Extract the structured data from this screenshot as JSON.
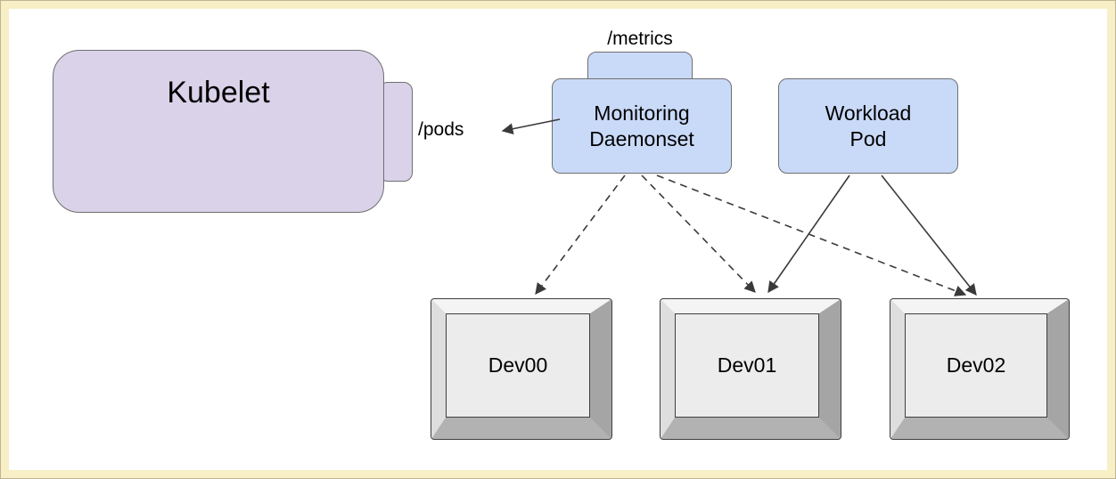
{
  "nodes": {
    "kubelet": {
      "label": "Kubelet"
    },
    "pods_endpoint": {
      "label": "/pods"
    },
    "metrics_endpoint": {
      "label": "/metrics"
    },
    "monitoring_daemonset": {
      "label": "Monitoring\nDaemonset"
    },
    "workload_pod": {
      "label": "Workload\nPod"
    }
  },
  "devices": [
    {
      "label": "Dev00"
    },
    {
      "label": "Dev01"
    },
    {
      "label": "Dev02"
    }
  ],
  "edges": [
    {
      "from": "monitoring-daemonset",
      "to": "kubelet-pods-endpoint",
      "style": "solid"
    },
    {
      "from": "monitoring-daemonset",
      "to": "dev00",
      "style": "dashed"
    },
    {
      "from": "monitoring-daemonset",
      "to": "dev01",
      "style": "dashed"
    },
    {
      "from": "monitoring-daemonset",
      "to": "dev02",
      "style": "dashed"
    },
    {
      "from": "workload-pod",
      "to": "dev01",
      "style": "solid"
    },
    {
      "from": "workload-pod",
      "to": "dev02",
      "style": "solid"
    }
  ],
  "colors": {
    "frame_background": "#f8efc7",
    "kubelet_fill": "#d9d2e9",
    "pod_fill": "#c9daf8",
    "node_border": "#6f6f6f",
    "arrow": "#3a3a3a",
    "device_face": "#ececec"
  }
}
